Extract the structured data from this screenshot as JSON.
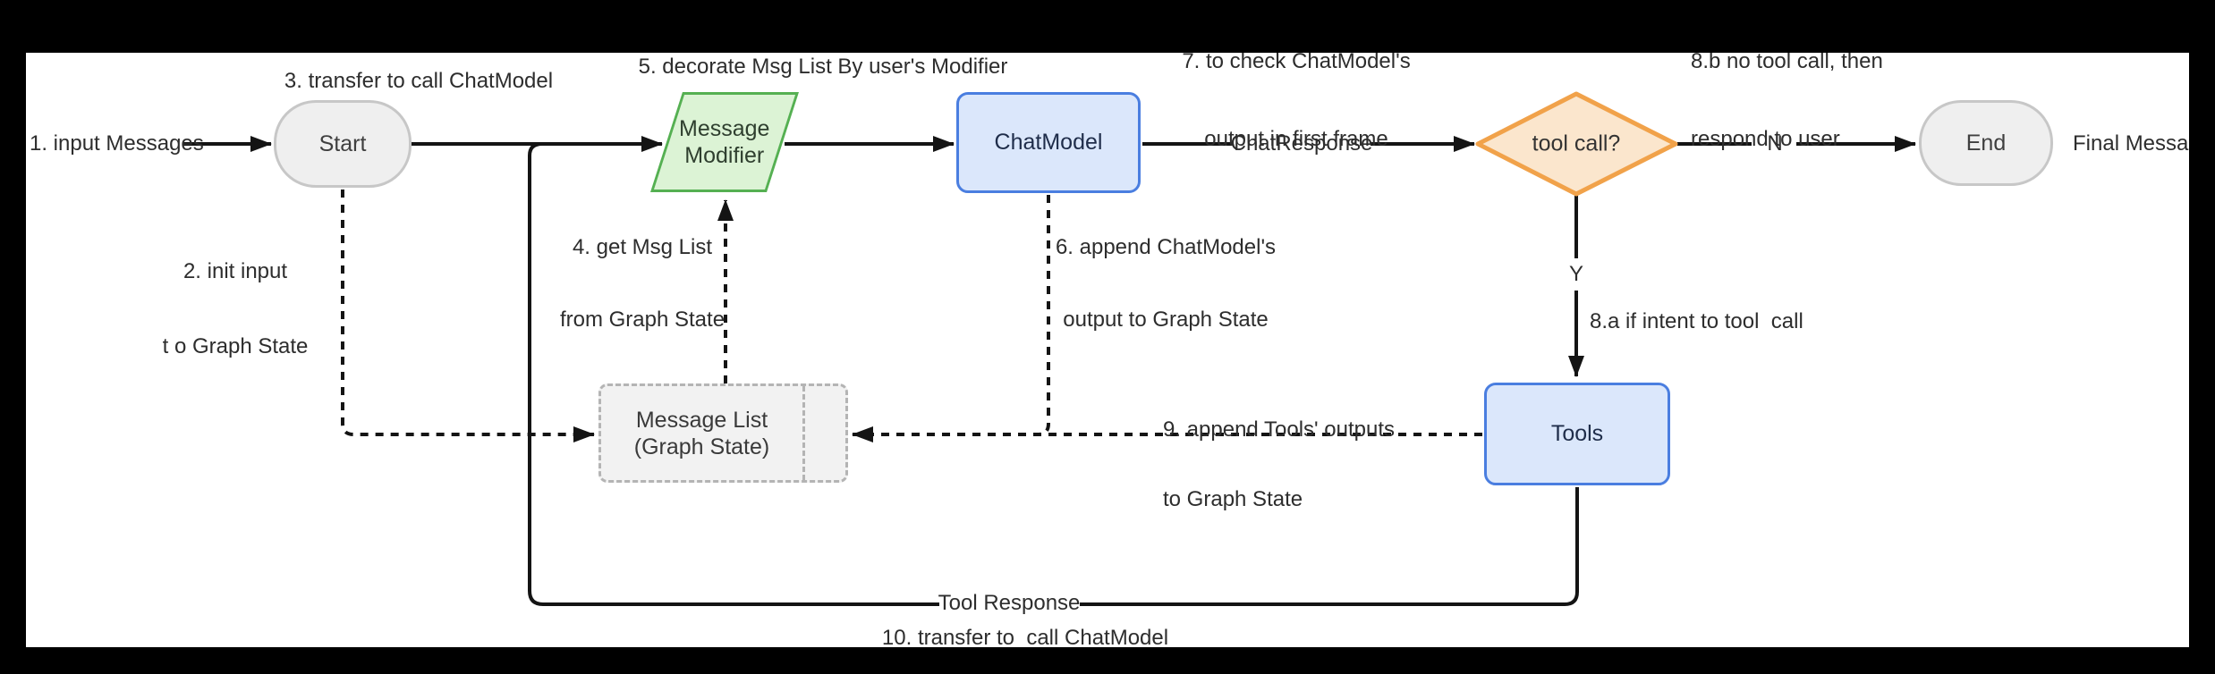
{
  "nodes": {
    "start": {
      "label": "Start"
    },
    "message_modifier": {
      "lines": [
        "Message",
        "Modifier"
      ]
    },
    "chat_model": {
      "label": "ChatModel"
    },
    "tool_call": {
      "label": "tool call?"
    },
    "end": {
      "label": "End"
    },
    "tools": {
      "label": "Tools"
    },
    "message_list": {
      "lines": [
        "Message List",
        "(Graph State)"
      ]
    }
  },
  "labels": {
    "input_messages": "1. input Messages",
    "init_input": [
      "2. init input",
      "t o Graph State"
    ],
    "transfer_to_chatmodel": "3. transfer to call ChatModel",
    "get_msg_list": [
      "4. get Msg List",
      "from Graph State"
    ],
    "decorate_msg_list": "5. decorate Msg List By user's Modifier",
    "append_chatmodel": [
      "6. append ChatModel's",
      "output to Graph State"
    ],
    "check_output": [
      "7. to check ChatModel's",
      "output in first frame"
    ],
    "chat_response": "ChatResponse",
    "no_tool_call": [
      "8.b no tool call, then",
      "respond to user"
    ],
    "branch_no": "N",
    "branch_yes": "Y",
    "intent_tool_call": "8.a if intent to tool  call",
    "append_tools": [
      "9. append Tools' outputs",
      "to Graph State"
    ],
    "final_message": "Final Message",
    "tool_response": "Tool Response",
    "transfer_back": "10. transfer to  call ChatModel"
  },
  "colors": {
    "background": "#000000",
    "canvas": "#ffffff",
    "line": "#141414",
    "gray_node_fill": "#efefef",
    "gray_node_border": "#c7c7c7",
    "blue_node_fill": "#dbe7fb",
    "blue_node_border": "#4a7ee0",
    "green_node_fill": "#dcf3d5",
    "green_node_border": "#55b052",
    "diamond_fill": "#fbe6cd",
    "diamond_border": "#f1a24a",
    "state_node_fill": "#f2f2f2",
    "state_node_border": "#b4b4b4"
  }
}
